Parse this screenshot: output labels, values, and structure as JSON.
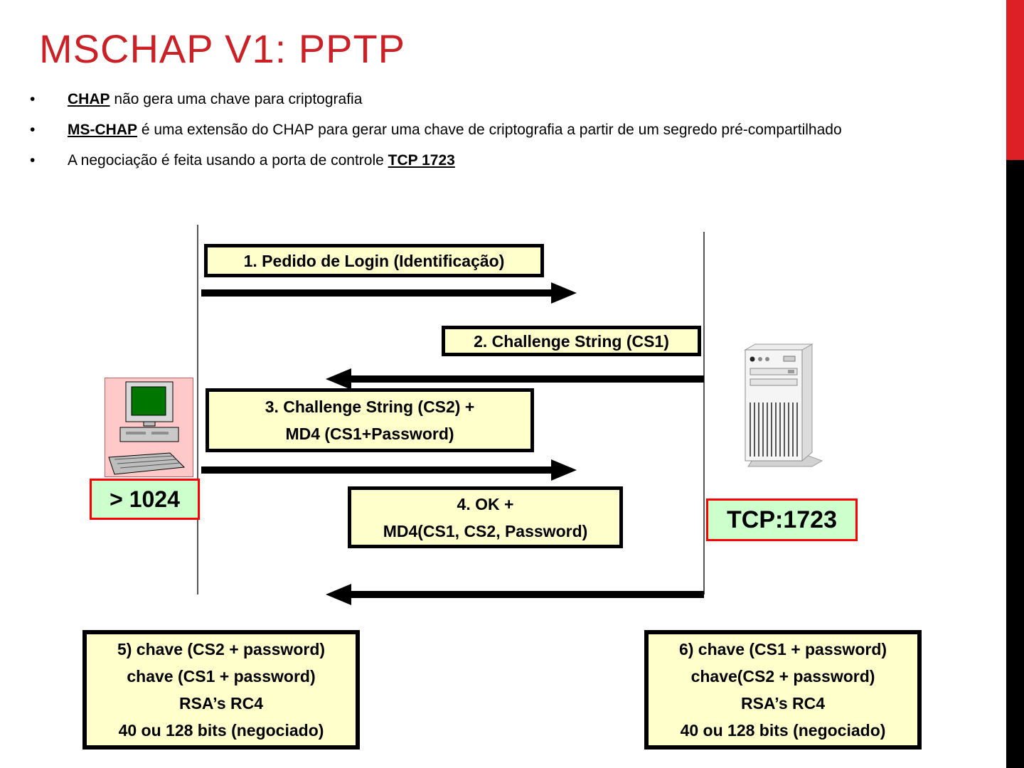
{
  "slide": {
    "title": "MSCHAP V1: PPTP",
    "bullets": [
      {
        "pre": "",
        "strong": "CHAP",
        "post": " não gera uma chave para criptografia"
      },
      {
        "pre": "",
        "strong": "MS-CHAP",
        "post": " é uma extensão do CHAP para gerar uma chave de criptografia a partir de um segredo pré-compartilhado"
      },
      {
        "pre": "A negociação é feita usando a porta de controle ",
        "strong": "TCP 1723",
        "post": ""
      }
    ]
  },
  "diagram": {
    "messages": [
      {
        "lines": [
          "1. Pedido de Login (Identificação)"
        ],
        "direction": "client-to-server"
      },
      {
        "lines": [
          "2. Challenge String (CS1)"
        ],
        "direction": "server-to-client"
      },
      {
        "lines": [
          "3. Challenge String (CS2) +",
          "MD4 (CS1+Password)"
        ],
        "direction": "client-to-server"
      },
      {
        "lines": [
          "4. OK +",
          "MD4(CS1, CS2, Password)"
        ],
        "direction": "server-to-client"
      }
    ],
    "client_port": {
      "label": "> 1024"
    },
    "server_port": {
      "label": "TCP:1723"
    },
    "key_boxes": {
      "left": {
        "lines": [
          "5) chave (CS2 + password)",
          "chave (CS1 + password)",
          "RSA’s RC4",
          "40 ou 128 bits (negociado)"
        ]
      },
      "right": {
        "lines": [
          "6) chave (CS1 + password)",
          "chave(CS2 + password)",
          "RSA’s RC4",
          "40 ou 128 bits (negociado)"
        ]
      }
    },
    "icons": {
      "client": "client-computer-icon",
      "server": "server-tower-icon"
    }
  },
  "colors": {
    "accent_red": "#DD1F26",
    "accent_black": "#000000",
    "title_red": "#CB2026",
    "box_cream": "#FFFFCC",
    "box_green": "#CCFFCC",
    "port_border_red": "#FF0000"
  }
}
